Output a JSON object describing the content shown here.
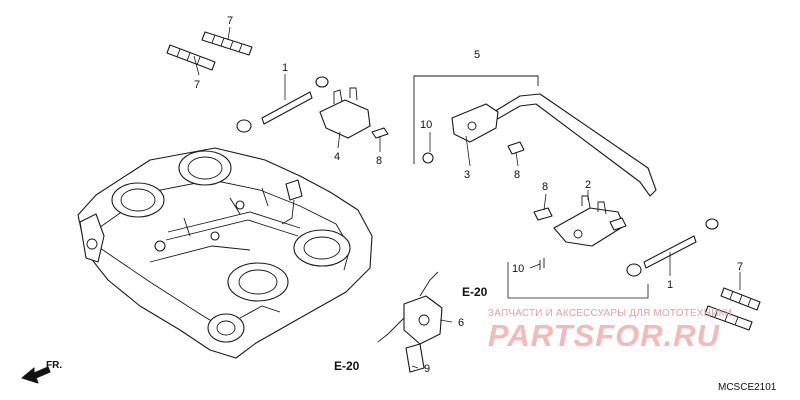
{
  "diagram": {
    "callouts": [
      {
        "id": "c7a",
        "text": "7"
      },
      {
        "id": "c7b",
        "text": "7"
      },
      {
        "id": "c1a",
        "text": "1"
      },
      {
        "id": "c4",
        "text": "4"
      },
      {
        "id": "c8a",
        "text": "8"
      },
      {
        "id": "c5",
        "text": "5"
      },
      {
        "id": "c10a",
        "text": "10"
      },
      {
        "id": "c3",
        "text": "3"
      },
      {
        "id": "c8b",
        "text": "8"
      },
      {
        "id": "c8c",
        "text": "8"
      },
      {
        "id": "c2",
        "text": "2"
      },
      {
        "id": "c10b",
        "text": "10"
      },
      {
        "id": "c1b",
        "text": "1"
      },
      {
        "id": "c7c",
        "text": "7"
      },
      {
        "id": "c6",
        "text": "6"
      },
      {
        "id": "c9",
        "text": "9"
      }
    ],
    "refs": {
      "e20_top": "E-20",
      "e20_bottom": "E-20"
    },
    "front_marker": "FR.",
    "code": "MCSCE2101"
  },
  "watermark": {
    "line1": "ЗАПЧАСТИ И АКСЕССУАРЫ ДЛЯ МОТОТЕХНИКИ",
    "line2": "PARTSFOR.RU"
  }
}
